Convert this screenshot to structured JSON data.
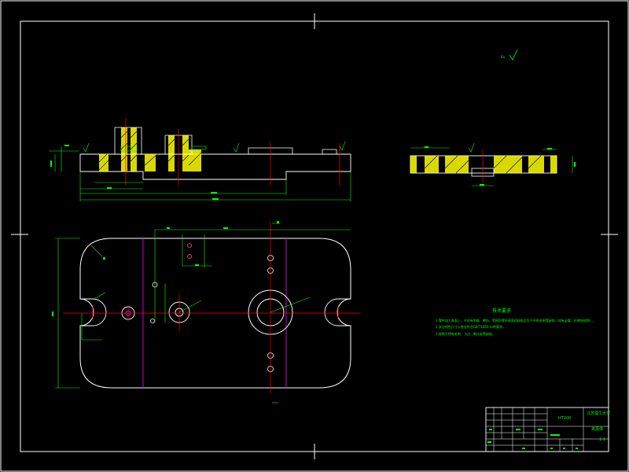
{
  "colors": {
    "background": "#000000",
    "frame": "#ffffff",
    "dimension": "#00ff00",
    "centerline": "#ff0000",
    "section_line": "#cc00cc",
    "hatch": "#ffff00",
    "outline": "#ffffff",
    "note_text": "#00ff00",
    "hole_accent": "#ff00ff",
    "title_text": "#00ff00",
    "title_grid": "#ffffff"
  },
  "icons": {
    "surface_finish": "surface-roughness-symbol-icon",
    "datum": "datum-arrow-icon"
  },
  "roughness_label": "Ra",
  "tech_requirements": {
    "title": "技术要求",
    "lines": [
      "1.零件加工表面上，不应有划痕、擦伤、等损伤零件表面的缺陷及生产中的毛刺等缺陷（如有必要，应倒钝锐角）。",
      "2.未注线性尺寸公差应符合GB/T1804-m的要求。",
      "3.锐角不得有毛刺、飞边、氧化皮等缺陷。"
    ]
  },
  "title_block": {
    "material": "HT200",
    "school": "江苏理工大学",
    "drawing_name": "夹具体",
    "scale": "1:1"
  }
}
